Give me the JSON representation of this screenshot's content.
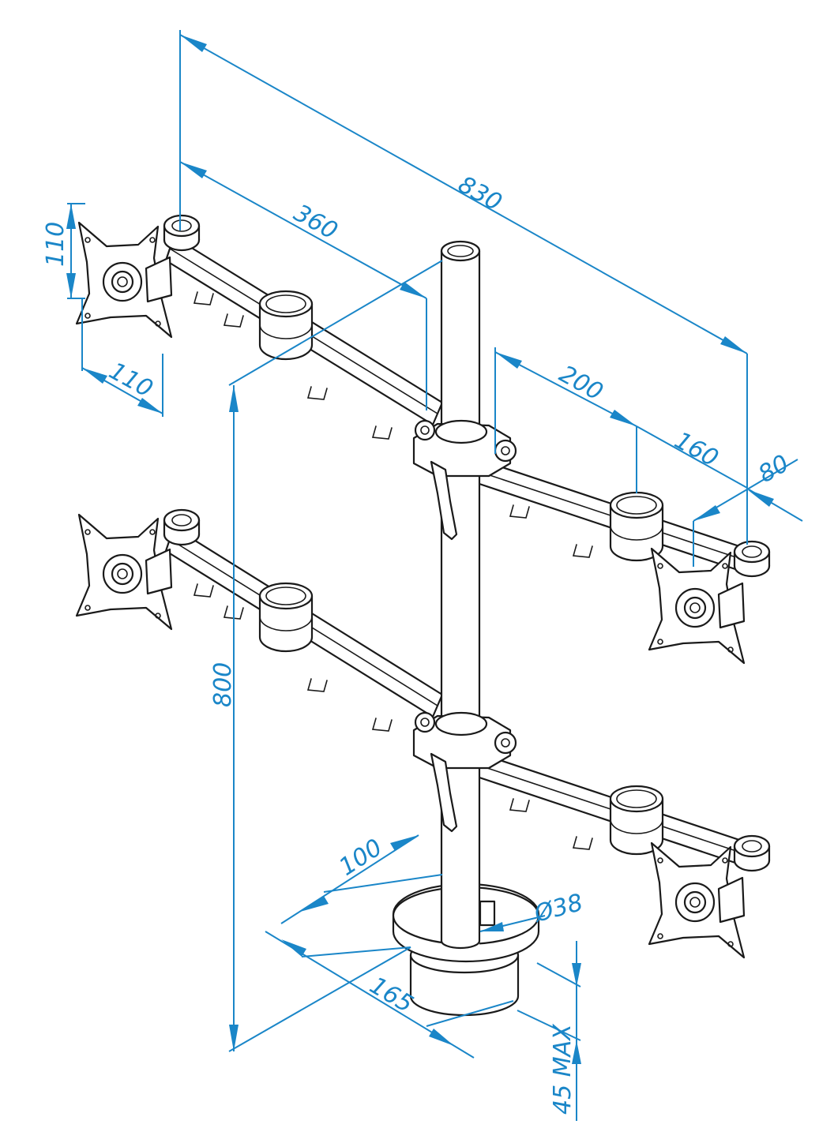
{
  "dimensions": {
    "total_width": "830",
    "arm_length": "360",
    "outer_segment": "200",
    "mid_segment": "160",
    "end_offset": "80",
    "vesa_height": "110",
    "vesa_width": "110",
    "pole_height": "800",
    "clamp_depth": "100",
    "clamp_length": "165",
    "pole_diameter": "Ø38",
    "desk_thickness": "45 MAX"
  },
  "colors": {
    "dimension": "#1a86c8",
    "linework": "#1a1a1a"
  }
}
